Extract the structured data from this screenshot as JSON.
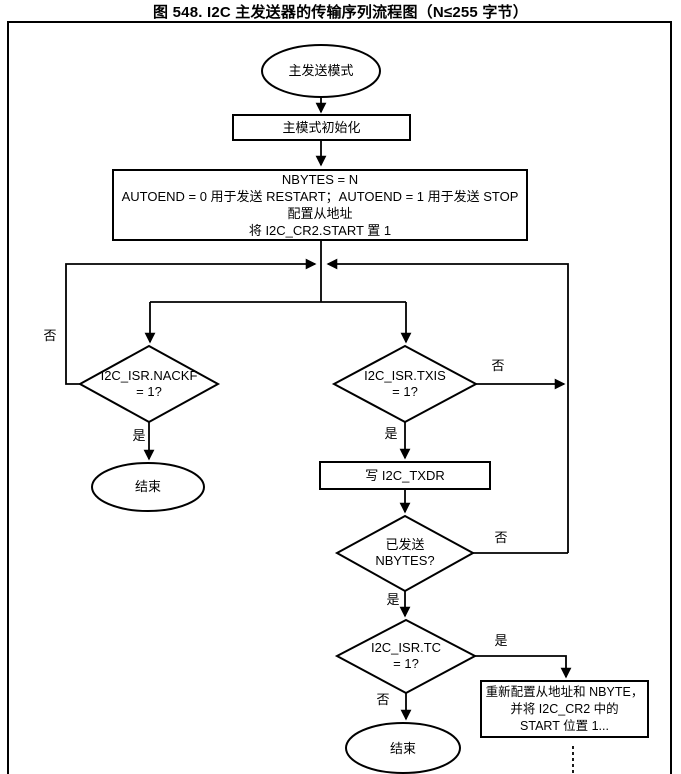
{
  "title": "图 548. I2C 主发送器的传输序列流程图（N≤255 字节）",
  "colors": {
    "line": "#000000",
    "background": "#ffffff",
    "text": "#000000"
  },
  "nodes": {
    "start": {
      "label": "主发送模式"
    },
    "init": {
      "label": "主模式初始化"
    },
    "config": {
      "line1": "NBYTES = N",
      "line2": "AUTOEND = 0 用于发送 RESTART；AUTOEND = 1 用于发送 STOP",
      "line3": "配置从地址",
      "line4": "将 I2C_CR2.START 置 1"
    },
    "nackf": {
      "line1": "I2C_ISR.NACKF",
      "line2": "= 1?"
    },
    "end_left": {
      "label": "结束"
    },
    "txis": {
      "line1": "I2C_ISR.TXIS",
      "line2": "= 1?"
    },
    "write_txdr": {
      "label": "写 I2C_TXDR"
    },
    "nbytes_sent": {
      "line1": "已发送",
      "line2": "NBYTES?"
    },
    "tc": {
      "line1": "I2C_ISR.TC",
      "line2": "= 1?"
    },
    "end_bottom": {
      "label": "结束"
    },
    "reconfigure": {
      "line1": "重新配置从地址和 NBYTE，",
      "line2": "并将 I2C_CR2 中的",
      "line3": "START 位置 1..."
    }
  },
  "edge_labels": {
    "nackf_no": "否",
    "nackf_yes": "是",
    "txis_no": "否",
    "txis_yes": "是",
    "nbytes_no": "否",
    "nbytes_yes": "是",
    "tc_yes": "是",
    "tc_no": "否"
  }
}
